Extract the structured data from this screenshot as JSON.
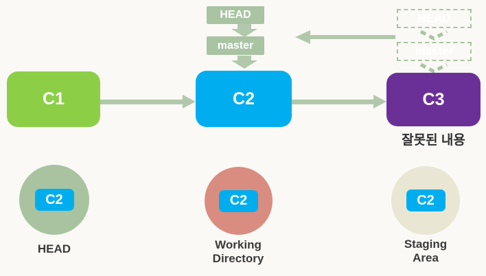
{
  "pointers": {
    "head": "HEAD",
    "master": "master"
  },
  "ghost_pointers": {
    "head": "HEAD",
    "master": "master"
  },
  "commits": {
    "c1": "C1",
    "c2": "C2",
    "c3": "C3",
    "c3_caption": "잘못된 내용"
  },
  "areas": {
    "head": {
      "badge": "C2",
      "label": "HEAD"
    },
    "working": {
      "badge": "C2",
      "line1": "Working",
      "line2": "Directory"
    },
    "staging": {
      "badge": "C2",
      "line1": "Staging",
      "line2": "Area"
    }
  },
  "colors": {
    "bg": "#faf9f5",
    "sage": "#a9c3a3",
    "arrow": "#b2c8ac",
    "commit-green": "#8ccf47",
    "commit-blue": "#00aeef",
    "commit-purple": "#6b3098",
    "circle-sage": "#a9c3a1",
    "circle-salmon": "#d98c80",
    "circle-beige": "#e9e6d4",
    "text-dark": "#3a3a3a"
  }
}
